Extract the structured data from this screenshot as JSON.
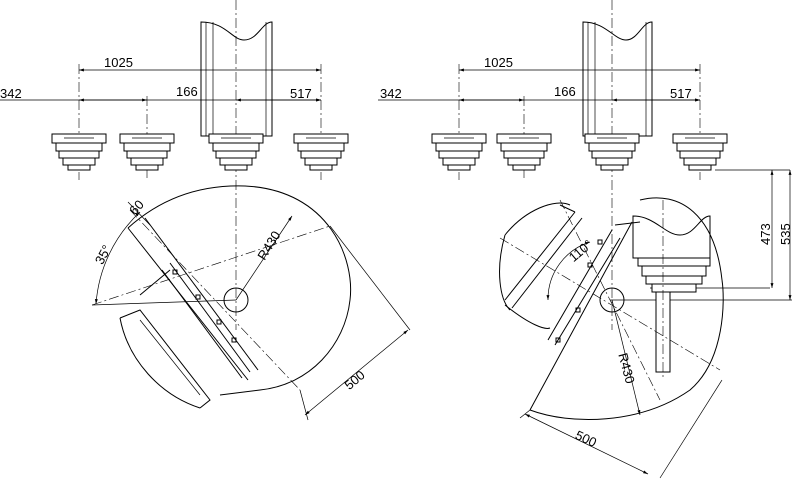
{
  "left_view": {
    "dim_1025": "1025",
    "dim_342": "342",
    "dim_166": "166",
    "dim_517": "517",
    "dim_60": "60",
    "dim_35deg": "35°",
    "dim_r430": "R430",
    "dim_500": "500"
  },
  "right_view": {
    "dim_1025": "1025",
    "dim_342": "342",
    "dim_166": "166",
    "dim_517": "517",
    "dim_110deg": "110°",
    "dim_r430": "R430",
    "dim_500": "500",
    "dim_473": "473",
    "dim_535": "535"
  }
}
